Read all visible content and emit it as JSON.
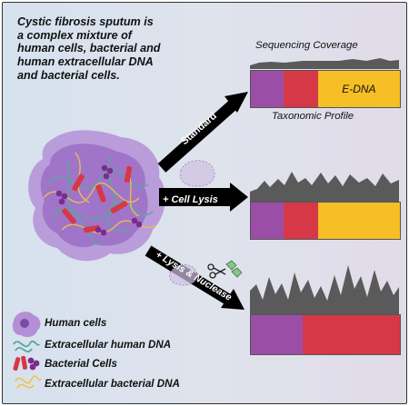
{
  "intro_text": "Cystic fibrosis sputum is a complex mixture of human cells, bacterial and human extracellular DNA and bacterial cells.",
  "labels": {
    "sequencing_coverage": "Sequencing Coverage",
    "taxonomic_profile": "Taxonomic Profile",
    "e_dna": "E-DNA"
  },
  "arrows": {
    "standard": "Standard",
    "cell_lysis": "+ Cell Lysis",
    "lysis_nuclease": "+ Lysis & Nuclease"
  },
  "legend": [
    {
      "label": "Human cells",
      "icon": "human-cell-icon"
    },
    {
      "label": "Extracellular human DNA",
      "icon": "human-dna-icon"
    },
    {
      "label": "Bacterial Cells",
      "icon": "bacterial-cell-icon"
    },
    {
      "label": "Extracellular bacterial DNA",
      "icon": "bacterial-dna-icon"
    }
  ],
  "colors": {
    "human": "#9b4ea6",
    "bacterial": "#d63848",
    "e_dna": "#f5bf25",
    "coverage": "#595959",
    "arrow": "#000000"
  },
  "profiles": {
    "standard": {
      "human": 0.22,
      "bacterial": 0.23,
      "e_dna": 0.55
    },
    "cell_lysis": {
      "human": 0.22,
      "bacterial": 0.23,
      "e_dna": 0.55
    },
    "lysis_nuclease": {
      "human": 0.35,
      "bacterial": 0.65,
      "e_dna": 0
    }
  }
}
